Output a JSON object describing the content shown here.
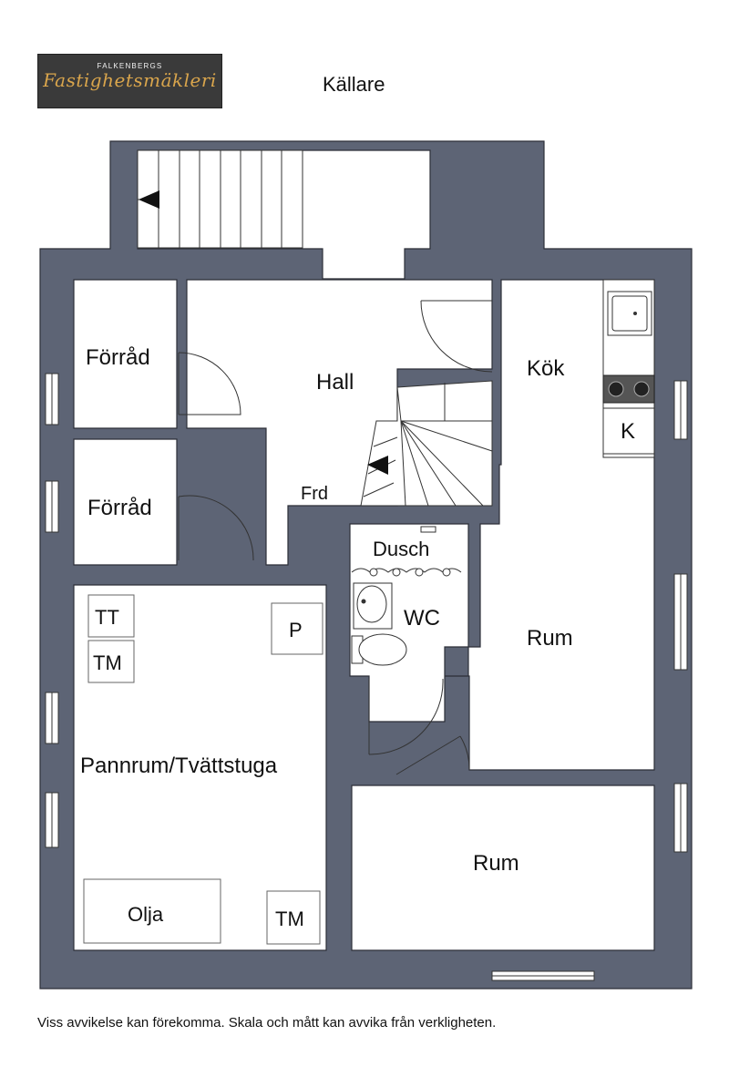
{
  "logo": {
    "top_text": "FALKENBERGS",
    "main_text": "Fastighetsmäkleri"
  },
  "title": "Källare",
  "footer": "Viss avvikelse kan förekomma. Skala och mått kan avvika från verkligheten.",
  "rooms": {
    "forrad1": "Förråd",
    "forrad2": "Förråd",
    "hall": "Hall",
    "kok": "Kök",
    "frd": "Frd",
    "dusch": "Dusch",
    "wc": "WC",
    "rum1": "Rum",
    "rum2": "Rum",
    "pannrum": "Pannrum/Tvättstuga"
  },
  "fixtures": {
    "tt": "TT",
    "tm1": "TM",
    "tm2": "TM",
    "p": "P",
    "k": "K",
    "olja": "Olja"
  },
  "colors": {
    "wall": "#5d6475",
    "wall_outline": "#2c2f38",
    "background": "#ffffff",
    "logo_bg": "#3a3a3a",
    "logo_text": "#d9a54c"
  }
}
